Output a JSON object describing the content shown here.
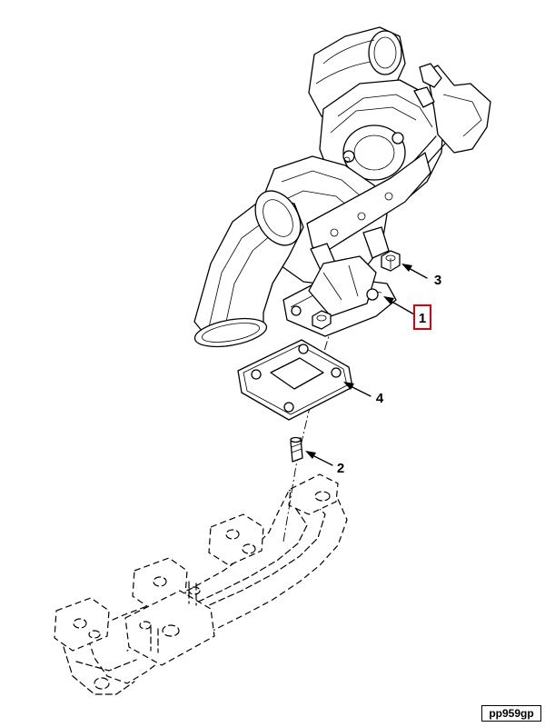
{
  "callouts": [
    {
      "number": "1",
      "part": "turbocharger",
      "highlighted": true
    },
    {
      "number": "2",
      "part": "stud"
    },
    {
      "number": "3",
      "part": "nut"
    },
    {
      "number": "4",
      "part": "gasket"
    }
  ],
  "reference_code": "pp959gp",
  "colors": {
    "highlight": "#d9000d",
    "line": "#000000",
    "background": "#ffffff"
  }
}
